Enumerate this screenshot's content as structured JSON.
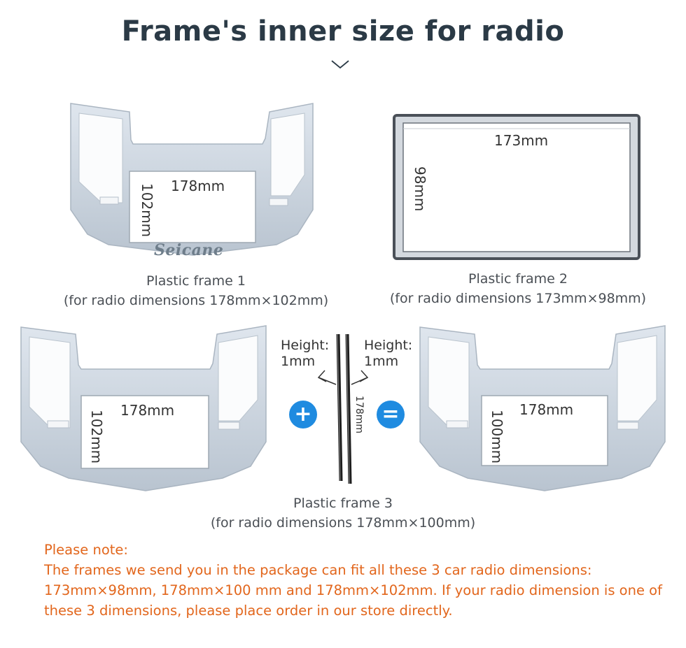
{
  "title": "Frame's inner size for radio",
  "frame1": {
    "width_label": "178mm",
    "height_label": "102mm",
    "watermark": "Seicane",
    "name": "Plastic frame 1",
    "desc": "(for radio dimensions 178mm×102mm)"
  },
  "frame2": {
    "width_label": "173mm",
    "height_label": "98mm",
    "name": "Plastic frame 2",
    "desc": "(for radio dimensions 173mm×98mm)"
  },
  "frame3": {
    "left_width_label": "178mm",
    "left_height_label": "102mm",
    "strip_left_height": "Height:",
    "strip_left_value": "1mm",
    "strip_right_height": "Height:",
    "strip_right_value": "1mm",
    "strip_length": "178mm",
    "plus": "+",
    "equals": "=",
    "right_width_label": "178mm",
    "right_height_label": "100mm",
    "name": "Plastic frame 3",
    "desc": "(for radio dimensions 178mm×100mm)"
  },
  "note": {
    "heading": "Please note:",
    "line1": "The frames we send you in the package can fit all these 3 car radio dimensions:",
    "line2": "173mm×98mm,  178mm×100 mm and  178mm×102mm. If your radio dimension is one of",
    "line3": "these 3 dimensions, please place order in our store directly."
  }
}
